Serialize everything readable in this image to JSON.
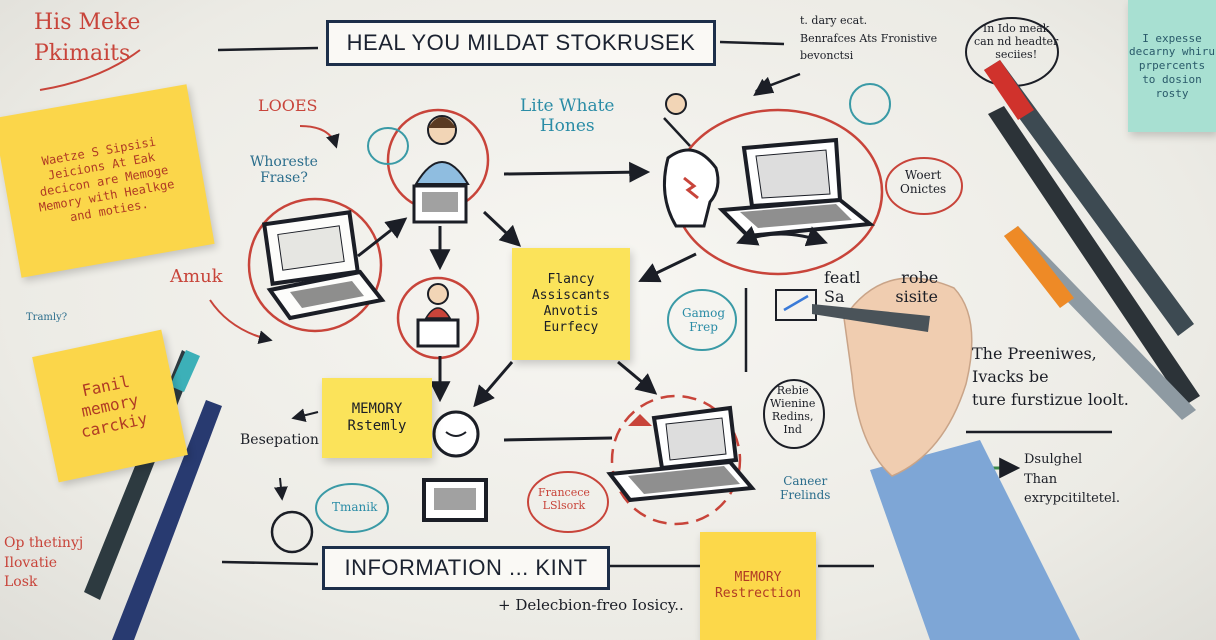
{
  "top_title": "HEAL YOU MILDAT STOKRUSEK",
  "bottom_title": "INFORMATION ... KINT",
  "bottom_caption": "+ Delecbion-freo Iosicy..",
  "corner_top_left": "His Meke\nPkimaits",
  "corner_bottom_left": "Op thetinyj\nIlovatie\nLosk",
  "note_left_top": "Waetze S Sipsisi\nJeicions At Eak\ndecicon are Memoge\nMemory with Healkge\nand moties.",
  "note_left_mid": "Fanil\nmemory\ncarckiy",
  "note_center": "Flancy\nAssiscants\nAnvotis\nEurfecy",
  "note_memory_left": "MEMORY\nRstemly",
  "note_memory_bottom": "MEMORY\nRestrection",
  "note_top_right": "I expesse\ndecarny whiru\nprpercents\nto dosion\nrosty",
  "labels": {
    "loves": "LOOES",
    "whoreste": "Whoreste\nFrase?",
    "amuk": "Amuk",
    "lite_whate": "Lite Whate\nHones",
    "top_right_text": "t. dary ecat.\nBenrafces Ats Fronistive\nbevonctsi",
    "bubble_top_right": "In Ido meak\ncan nd headter\nseciies!",
    "word_onictes": "Woert\nOnictes",
    "feath": "featl        robe\nSa          sisite",
    "the_previous": "The Preeniwes,\nIvacks be\nture furstizue loolt.",
    "dsulghel": "Dsulghel\nThan\nexrypcitiltetel.",
    "gamog": "Gamog\nFrep",
    "rebie": "Rebie\nWienine\nRedins,\nInd",
    "caneer": "Caneer\nFrelinds",
    "francece": "Francece\nLSlsork",
    "tmanik": "Tmanik",
    "besepation": "Besepation",
    "tramly": "Tramly?"
  }
}
